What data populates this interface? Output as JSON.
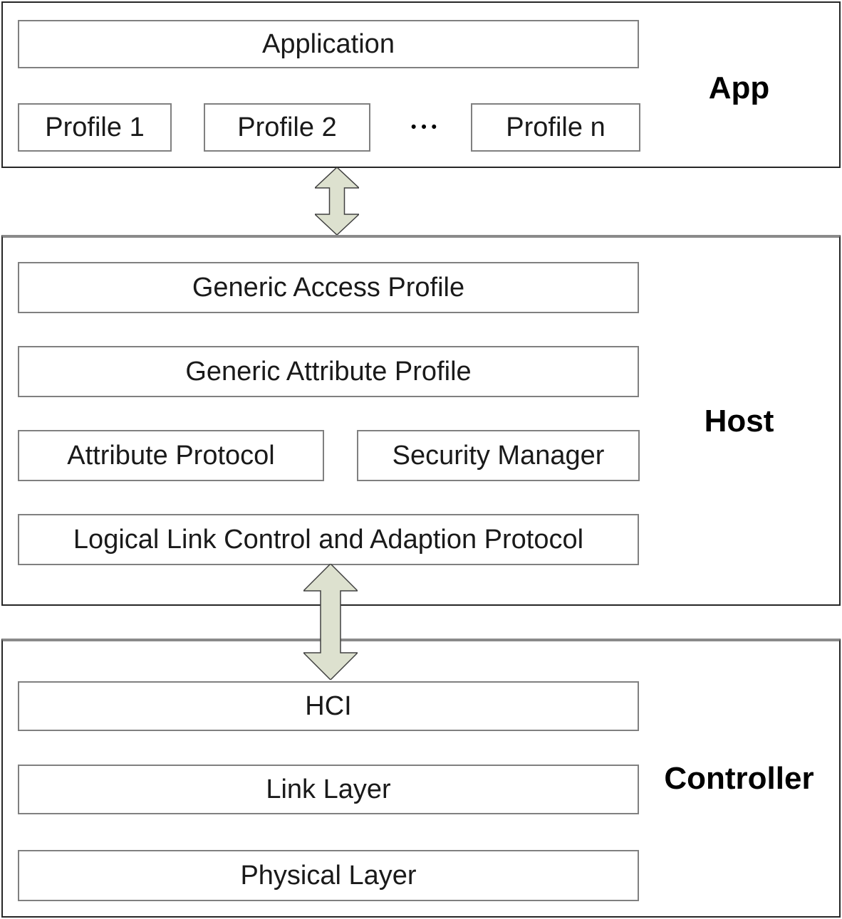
{
  "colors": {
    "arrow_fill": "#dde1cf",
    "arrow_stroke": "#404040",
    "box_border": "#808080",
    "section_border": "#262626",
    "section_border_soft": "#8a8a8a",
    "text": "#1a1a1a"
  },
  "app": {
    "label": "App",
    "application": "Application",
    "profile1": "Profile 1",
    "profile2": "Profile 2",
    "ellipsis": "•••",
    "profileN": "Profile n"
  },
  "host": {
    "label": "Host",
    "generic_access_profile": "Generic Access Profile",
    "generic_attribute_profile": "Generic Attribute Profile",
    "attribute_protocol": "Attribute Protocol",
    "security_manager": "Security Manager",
    "l2cap": "Logical Link Control and Adaption Protocol"
  },
  "controller": {
    "label": "Controller",
    "hci": "HCI",
    "link_layer": "Link Layer",
    "physical_layer": "Physical Layer"
  }
}
